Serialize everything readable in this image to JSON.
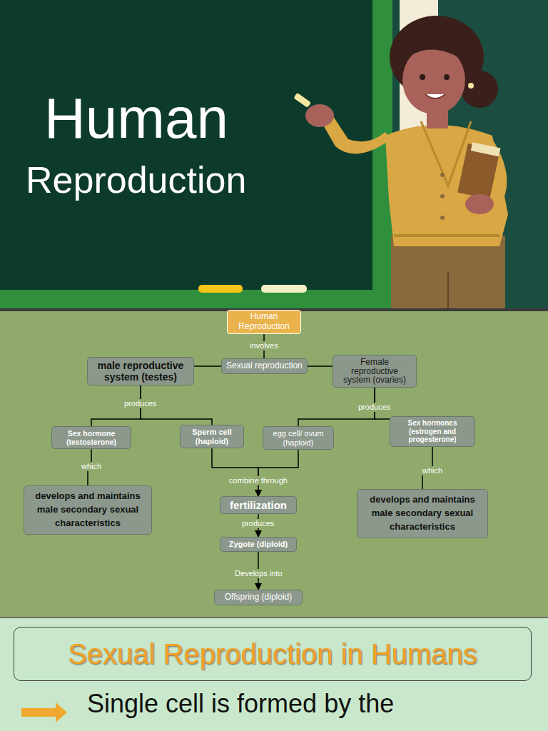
{
  "diagram": {
    "nodes": [
      {
        "text": [
          "Human Reproduction"
        ]
      },
      {
        "text": [
          "Sexual reproduction"
        ]
      },
      {
        "text": [
          "male reproductive system (testes)"
        ]
      },
      {
        "text": [
          "Female reproductive system (ovaries)"
        ]
      },
      {
        "text": [
          "Sex hormone (testosterone)"
        ]
      },
      {
        "text": [
          "Sperm cell (haploid)"
        ]
      },
      {
        "text": [
          "egg cell/ ovum (haploid)"
        ]
      },
      {
        "text": [
          "Sex hormones (estrogen and progesterone)"
        ]
      },
      {
        "text": [
          "develops and maintains male secondary sexual characteristics"
        ]
      },
      {
        "text": [
          "fertilization"
        ]
      },
      {
        "text": [
          "Zygote (diploid)"
        ]
      },
      {
        "text": [
          "Offspring (diploid)"
        ]
      },
      {
        "text": [
          "develops and maintains male secondary sexual characteristics"
        ]
      },
      {
        "text": [
          "Sexual Reproduction in Humans"
        ]
      }
    ],
    "edges": [
      {
        "from": 0,
        "to": 1,
        "label": "involves",
        "arrow": "none"
      },
      {
        "from": 1,
        "to": 2,
        "arrow": "none"
      },
      {
        "from": 1,
        "to": 3,
        "arrow": "none"
      },
      {
        "from": 2,
        "to": 4,
        "label": "produces",
        "arrow": "none"
      },
      {
        "from": 2,
        "to": 5,
        "arrow": "none"
      },
      {
        "from": 3,
        "to": 6,
        "label": "produces",
        "arrow": "none"
      },
      {
        "from": 3,
        "to": 7,
        "arrow": "none"
      },
      {
        "from": 4,
        "to": 8,
        "label": "which",
        "arrow": "none"
      },
      {
        "from": 7,
        "to": 12,
        "label": "which",
        "arrow": "none"
      },
      {
        "from": 5,
        "to": 9,
        "label": "combine through",
        "arrow": "to"
      },
      {
        "from": 6,
        "to": 9,
        "arrow": "to"
      },
      {
        "from": 9,
        "to": 10,
        "label": "produces",
        "arrow": "to"
      },
      {
        "from": 10,
        "to": 11,
        "label": "Develops into",
        "arrow": "to"
      }
    ],
    "labels": [
      "Human",
      "Reproduction",
      "Single cell is formed by the"
    ]
  }
}
